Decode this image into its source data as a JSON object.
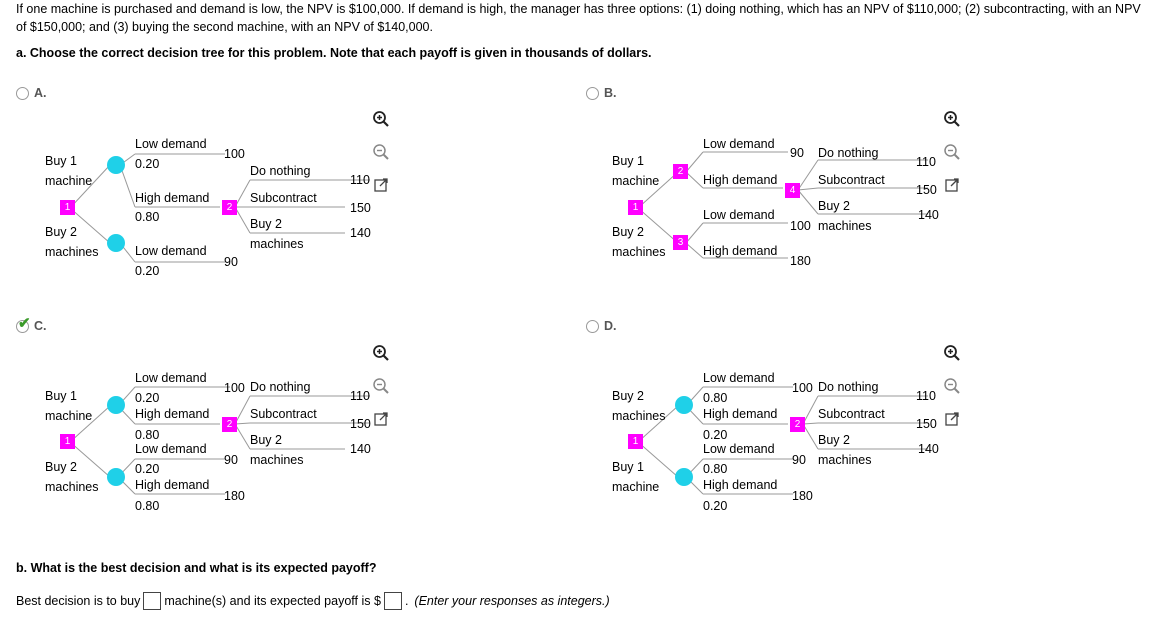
{
  "intro": "If one machine is purchased and demand is low, the NPV is $100,000. If demand is high, the manager has three options: (1) doing nothing, which has an NPV of $110,000; (2) subcontracting, with an NPV of $150,000; and (3) buying the second machine, with an NPV of $140,000.",
  "part_a": "a. Choose the correct decision tree for this problem. Note that each payoff is given in thousands of dollars.",
  "options": {
    "A": {
      "label": "A."
    },
    "B": {
      "label": "B."
    },
    "C": {
      "label": "C."
    },
    "D": {
      "label": "D."
    }
  },
  "treeA": {
    "buy1": "Buy 1",
    "machine": "machine",
    "buy2": "Buy 2",
    "machines": "machines",
    "low1": "Low demand",
    "p_low1": "0.20",
    "high1": "High demand",
    "p_high1": "0.80",
    "low2": "Low demand",
    "p_low2": "0.20",
    "v100": "100",
    "v90": "90",
    "nothing": "Do nothing",
    "subcontract": "Subcontract",
    "buy2b": "Buy 2",
    "machinesb": "machines",
    "v110": "110",
    "v150": "150",
    "v140": "140",
    "n1": "1",
    "n2": "2"
  },
  "treeB": {
    "buy1": "Buy 1",
    "machine": "machine",
    "buy2": "Buy 2",
    "machines": "machines",
    "low1": "Low demand",
    "high1": "High demand",
    "low2": "Low demand",
    "high2": "High demand",
    "v90": "90",
    "v100": "100",
    "v180": "180",
    "nothing": "Do nothing",
    "subcontract": "Subcontract",
    "buy2b": "Buy 2",
    "machinesb": "machines",
    "v110": "110",
    "v150": "150",
    "v140": "140",
    "n1": "1",
    "n2": "2",
    "n3": "3",
    "n4": "4"
  },
  "treeC": {
    "buy1": "Buy 1",
    "machine": "machine",
    "buy2": "Buy 2",
    "machines": "machines",
    "low1": "Low demand",
    "p_low1": "0.20",
    "high1": "High demand",
    "p_high1": "0.80",
    "low2": "Low demand",
    "p_low2": "0.20",
    "high2": "High demand",
    "p_high2": "0.80",
    "v100": "100",
    "v90": "90",
    "v180": "180",
    "nothing": "Do nothing",
    "subcontract": "Subcontract",
    "buy2b": "Buy 2",
    "machinesb": "machines",
    "v110": "110",
    "v150": "150",
    "v140": "140",
    "n1": "1",
    "n2": "2"
  },
  "treeD": {
    "buy2": "Buy 2",
    "machines": "machines",
    "buy1": "Buy 1",
    "machine": "machine",
    "low1": "Low demand",
    "p_low1": "0.80",
    "high1": "High demand",
    "p_high1": "0.20",
    "low2": "Low demand",
    "p_low2": "0.80",
    "high2": "High demand",
    "p_high2": "0.20",
    "v100": "100",
    "v90": "90",
    "v180": "180",
    "nothing": "Do nothing",
    "subcontract": "Subcontract",
    "buy2b": "Buy 2",
    "machinesb": "machines",
    "v110": "110",
    "v150": "150",
    "v140": "140",
    "n1": "1",
    "n2": "2"
  },
  "icons": [
    "zoom-in-icon",
    "zoom-out-icon",
    "open-new-window-icon"
  ],
  "part_b": "b. What is the best decision and what is its expected payoff?",
  "answer": {
    "pre": "Best decision is to buy",
    "mid": "machine(s) and its expected payoff is $",
    "post": ".",
    "hint": "(Enter your responses as integers.)"
  },
  "colors": {
    "decision_node": "#ff00ff",
    "chance_node": "#1fd0e8",
    "check": "#3a9a2a"
  }
}
